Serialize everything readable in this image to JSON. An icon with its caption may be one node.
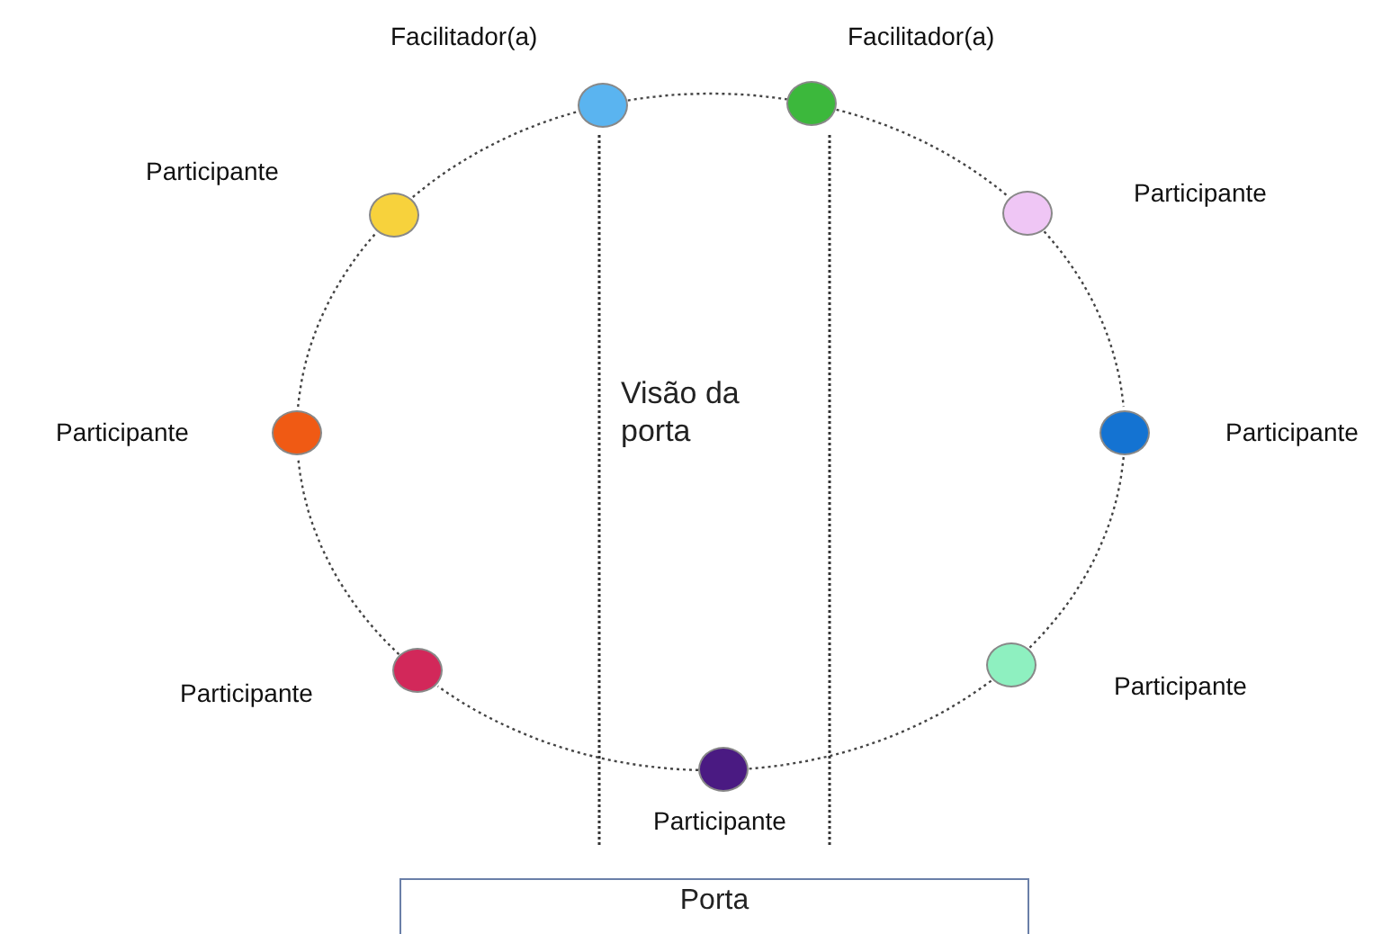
{
  "diagram": {
    "nodes": [
      {
        "text": [],
        "shape": "circle",
        "beside": [
          "Facilitador(a)"
        ]
      },
      {
        "text": [],
        "shape": "circle",
        "beside": [
          "Facilitador(a)"
        ]
      },
      {
        "text": [],
        "shape": "circle",
        "beside": [
          "Participante"
        ]
      },
      {
        "text": [],
        "shape": "circle",
        "beside": [
          "Participante"
        ]
      },
      {
        "text": [],
        "shape": "circle",
        "beside": [
          "Participante"
        ]
      },
      {
        "text": [],
        "shape": "circle",
        "beside": [
          "Participante"
        ]
      },
      {
        "text": [],
        "shape": "circle",
        "beside": [
          "Participante"
        ]
      },
      {
        "text": [],
        "shape": "circle",
        "beside": [
          "Participante"
        ]
      },
      {
        "text": [],
        "shape": "circle",
        "beside": [
          "Participante"
        ]
      },
      {
        "text": [
          "Porta"
        ]
      }
    ],
    "edges": [
      {
        "from": 0,
        "to": 1,
        "arrow": "none",
        "style": "dashed"
      },
      {
        "from": 1,
        "to": 3,
        "arrow": "none",
        "style": "dashed"
      },
      {
        "from": 3,
        "to": 5,
        "arrow": "none",
        "style": "dashed"
      },
      {
        "from": 5,
        "to": 7,
        "arrow": "none",
        "style": "dashed"
      },
      {
        "from": 7,
        "to": 8,
        "arrow": "none",
        "style": "dashed"
      },
      {
        "from": 8,
        "to": 6,
        "arrow": "none",
        "style": "dashed"
      },
      {
        "from": 6,
        "to": 4,
        "arrow": "none",
        "style": "dashed"
      },
      {
        "from": 4,
        "to": 2,
        "arrow": "none",
        "style": "dashed"
      },
      {
        "from": 2,
        "to": 0,
        "arrow": "none",
        "style": "dashed"
      }
    ],
    "labels": [
      "Visão da porta"
    ]
  }
}
